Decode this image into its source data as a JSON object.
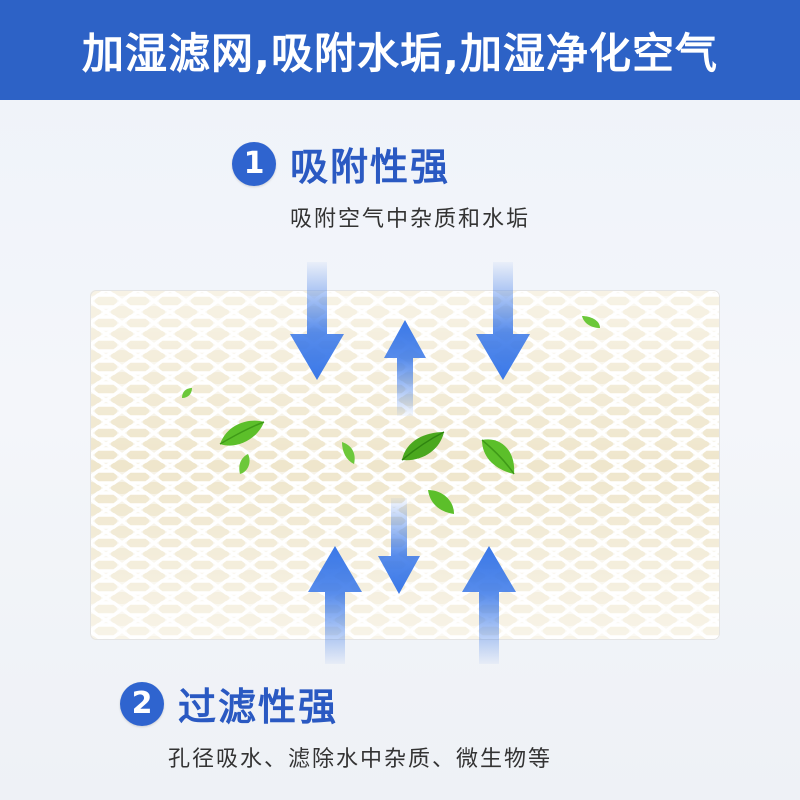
{
  "banner": {
    "title": "加湿滤网,吸附水垢,加湿净化空气"
  },
  "features": [
    {
      "number": "1",
      "title": "吸附性强",
      "desc": "吸附空气中杂质和水垢"
    },
    {
      "number": "2",
      "title": "过滤性强",
      "desc": "孔径吸水、滤除水中杂质、微生物等"
    }
  ],
  "colors": {
    "banner": "#2d62c6",
    "accent": "#2a59c2",
    "arrow": "#3a78e8",
    "leaf": "#5cbf2a"
  },
  "icons": {
    "arrow_down": "arrow-down-icon",
    "arrow_up": "arrow-up-icon",
    "leaf": "leaf-icon"
  }
}
